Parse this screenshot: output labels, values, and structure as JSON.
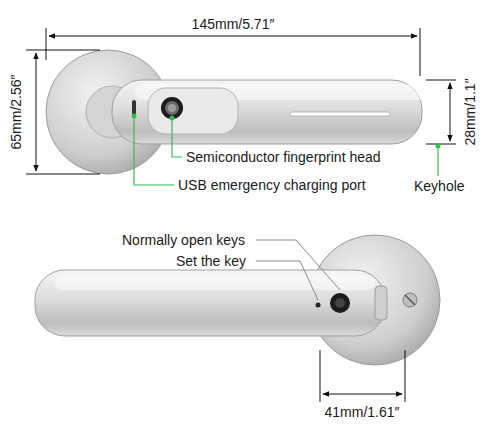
{
  "diagram": {
    "labels": [
      "145mm/5.71″",
      "65mm/2.56″",
      "28mm/1.1″",
      "Semiconductor fingerprint head",
      "USB emergency charging port",
      "Keyhole",
      "Normally open keys",
      "Set the key",
      "41mm/1.61″"
    ]
  }
}
